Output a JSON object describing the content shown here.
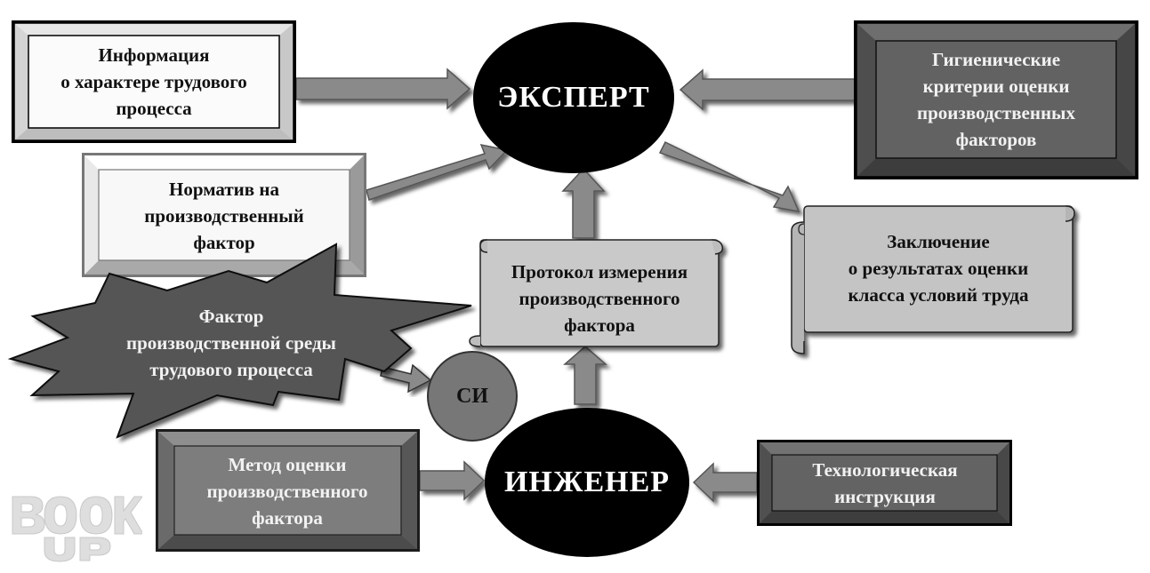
{
  "center": {
    "expert": "ЭКСПЕРТ",
    "engineer": "ИНЖЕНЕР",
    "si": "СИ"
  },
  "inputs": {
    "info": "Информация\nо характере трудового\nпроцесса",
    "norm": "Норматив на\nпроизводственный\nфактор",
    "hygiene": "Гигиенические\nкритерии оценки\nпроизводственных\nфакторов",
    "method": "Метод оценки\nпроизводственного\nфактора",
    "tech": "Технологическая\nинструкция"
  },
  "factor": "Фактор\nпроизводственной среды\nтрудового процесса",
  "protocol": "Протокол измерения\nпроизводственного\nфактора",
  "conclusion": "Заключение\nо результатах оценки\nкласса условий труда",
  "watermark": "BOOK UP"
}
